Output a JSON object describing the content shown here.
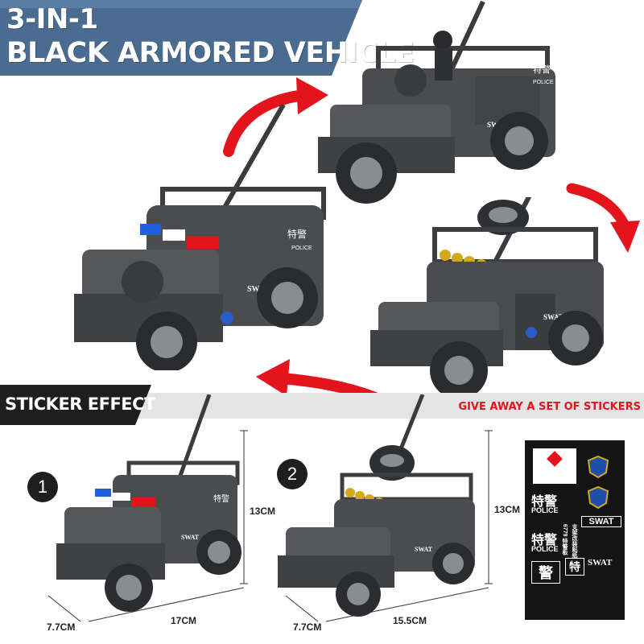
{
  "title": {
    "line1": "3-IN-1",
    "line2": "BLACK ARMORED VEHICLE"
  },
  "sticker_bar": {
    "label": "STICKER EFFECT",
    "giveaway": "GIVE AWAY A SET OF STICKERS"
  },
  "vehicle_decals": {
    "chinese": "特警",
    "police": "POLICE",
    "swat": "SWAT"
  },
  "variants": [
    {
      "number": "1",
      "height": "13CM",
      "length": "17CM",
      "width": "7.7CM"
    },
    {
      "number": "2",
      "height": "13CM",
      "length": "15.5CM",
      "width": "7.7CM"
    }
  ],
  "sticker_sheet": {
    "swat_1": "SWAT",
    "swat_2": "SWAT",
    "chinese_1": "特警",
    "chinese_2": "特",
    "chinese_3": "警",
    "police_1": "POLICE",
    "police_2": "POLICE",
    "model_text": "6779 特警板",
    "model_text2": "支架改装贴纸"
  },
  "colors": {
    "banner": "#4a6c90",
    "arrow": "#e3141b",
    "vehicle_body": "#4a4c50",
    "sticker_bar": "#1e1e1e"
  }
}
